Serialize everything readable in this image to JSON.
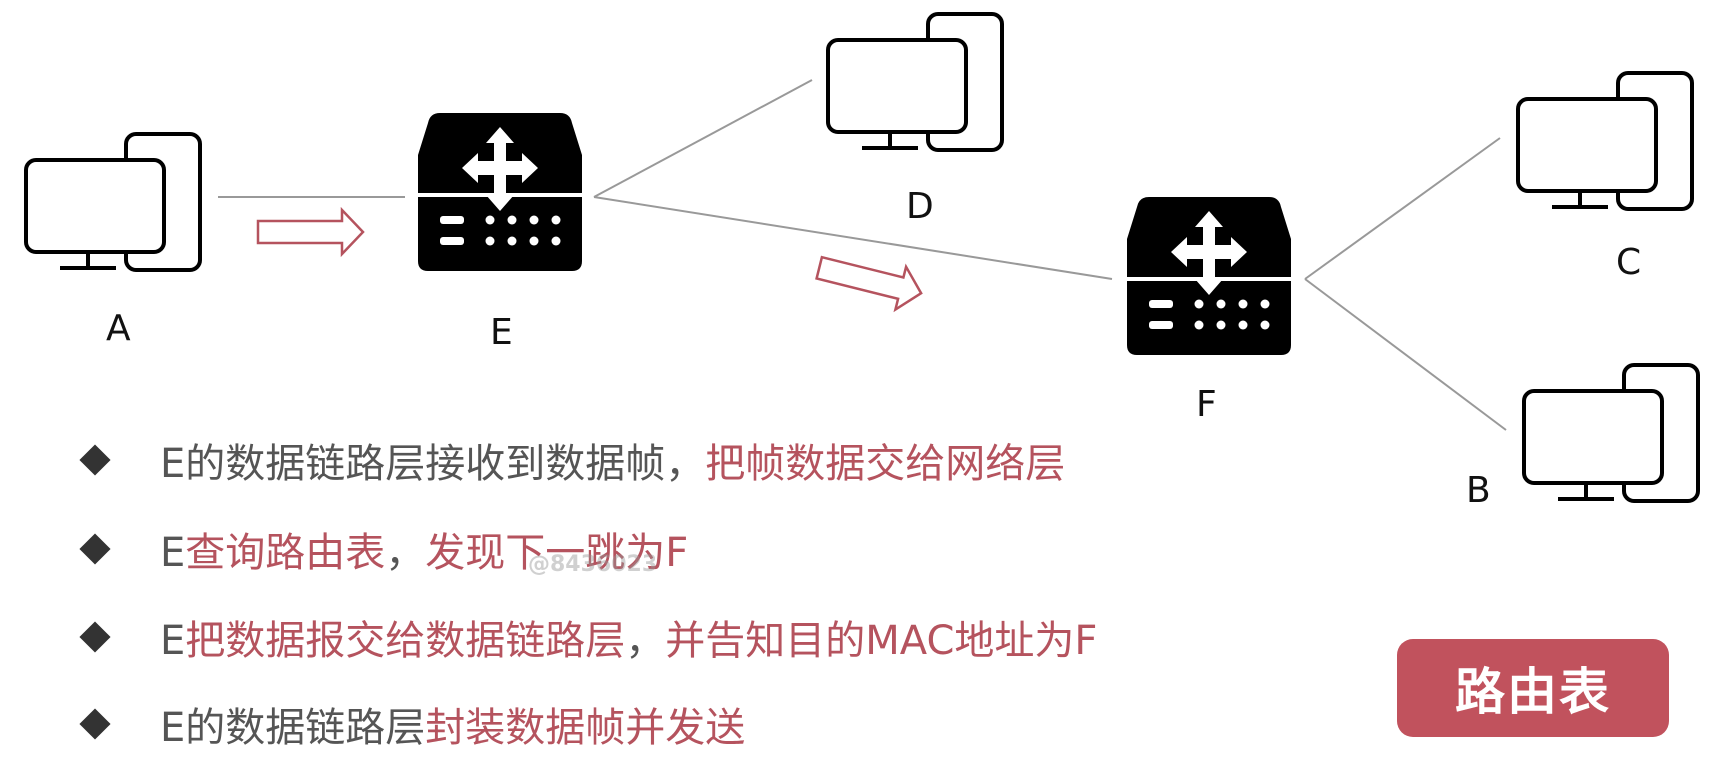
{
  "nodes": {
    "a": "A",
    "b": "B",
    "c": "C",
    "d": "D",
    "e": "E",
    "f": "F"
  },
  "bullets": [
    {
      "parts": [
        {
          "text": "E的数据链路层接收到数据帧，",
          "highlight": false
        },
        {
          "text": "把帧数据交给网络层",
          "highlight": true
        }
      ]
    },
    {
      "parts": [
        {
          "text": "E",
          "highlight": false
        },
        {
          "text": "查询路由表",
          "highlight": true
        },
        {
          "text": "，",
          "highlight": false
        },
        {
          "text": "发现下一跳为F",
          "highlight": true
        }
      ]
    },
    {
      "parts": [
        {
          "text": "E",
          "highlight": false
        },
        {
          "text": "把数据报交给数据链路层",
          "highlight": true
        },
        {
          "text": "，",
          "highlight": false
        },
        {
          "text": "并告知目的MAC地址为F",
          "highlight": true
        }
      ]
    },
    {
      "parts": [
        {
          "text": "E的数据链路层",
          "highlight": false
        },
        {
          "text": "封装数据帧并发送",
          "highlight": true
        }
      ]
    }
  ],
  "watermark": "@8436023",
  "route_button": "路由表",
  "colors": {
    "accent": "#c1525d",
    "highlight_text": "#b5535e",
    "body_text": "#555555",
    "arrow_outline": "#b5535e",
    "link_line": "#999999"
  }
}
